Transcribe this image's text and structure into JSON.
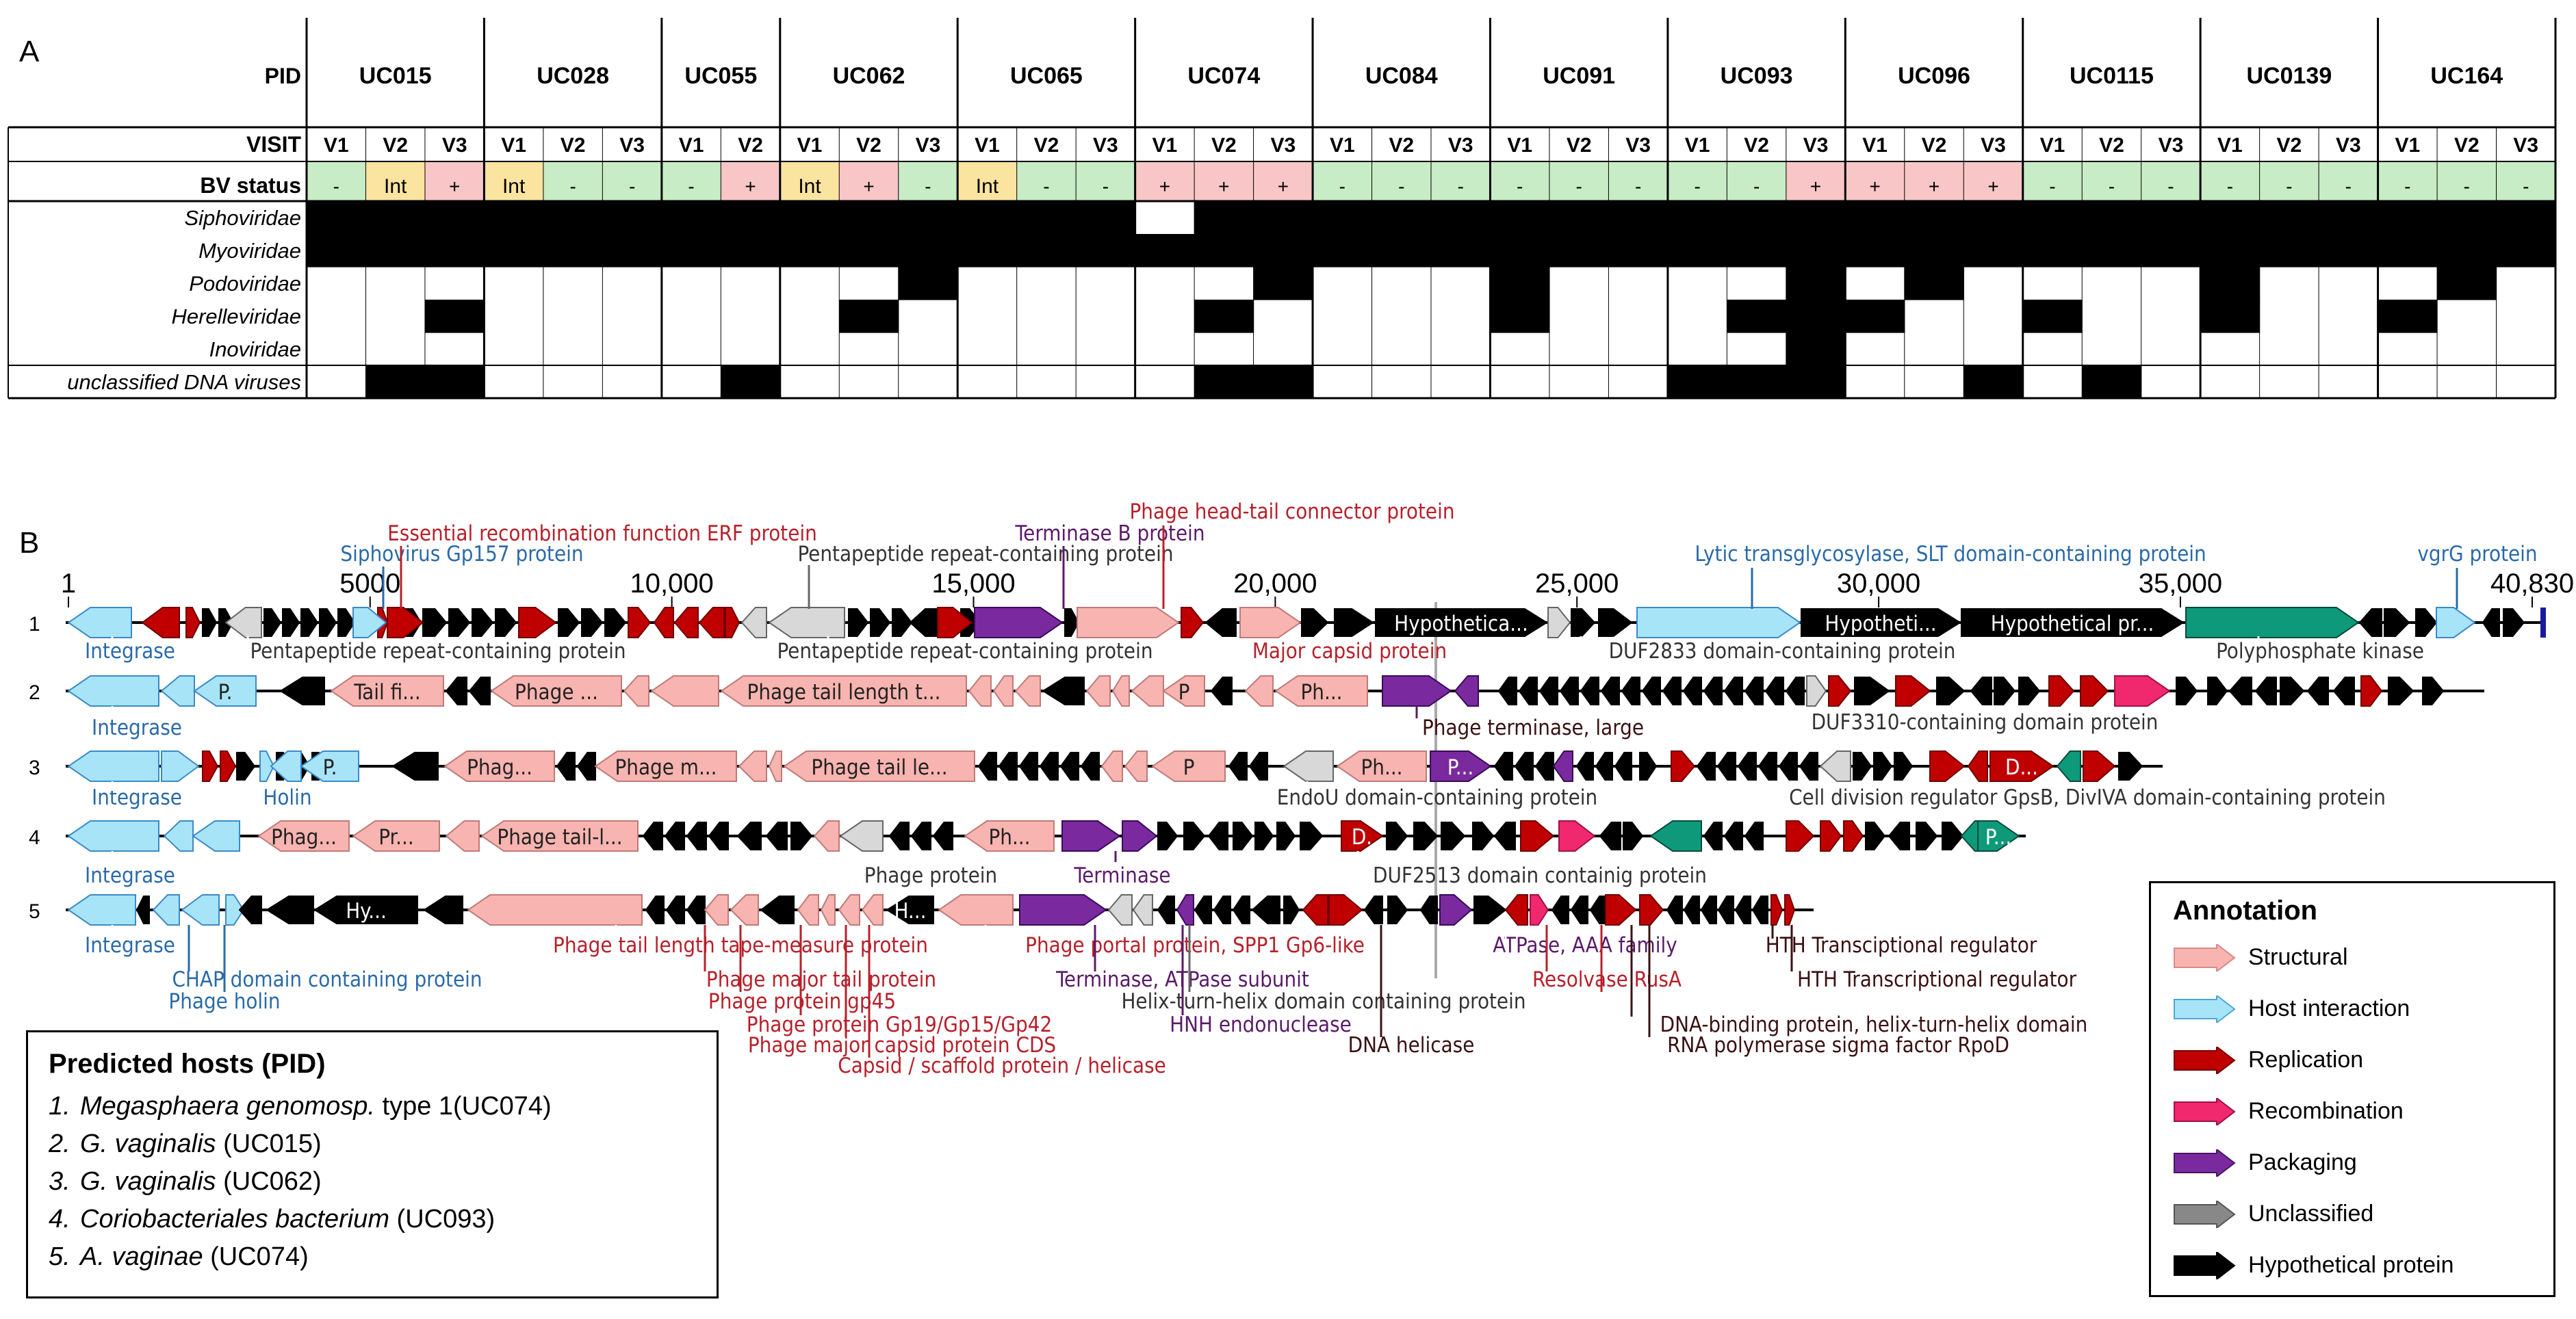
{
  "panels": {
    "a_label": "A",
    "b_label": "B"
  },
  "panel_a": {
    "pid_header": "PID",
    "visit_header": "VISIT",
    "bv_header": "BV status",
    "patients": [
      {
        "pid": "UC015",
        "visits": [
          "V1",
          "V2",
          "V3"
        ],
        "bv": [
          "-",
          "Int",
          "+"
        ]
      },
      {
        "pid": "UC028",
        "visits": [
          "V1",
          "V2",
          "V3"
        ],
        "bv": [
          "Int",
          "-",
          "-"
        ]
      },
      {
        "pid": "UC055",
        "visits": [
          "V1",
          "V2"
        ],
        "bv": [
          "-",
          "+"
        ]
      },
      {
        "pid": "UC062",
        "visits": [
          "V1",
          "V2",
          "V3"
        ],
        "bv": [
          "Int",
          "+",
          "-"
        ]
      },
      {
        "pid": "UC065",
        "visits": [
          "V1",
          "V2",
          "V3"
        ],
        "bv": [
          "Int",
          "-",
          "-"
        ]
      },
      {
        "pid": "UC074",
        "visits": [
          "V1",
          "V2",
          "V3"
        ],
        "bv": [
          "+",
          "+",
          "+"
        ]
      },
      {
        "pid": "UC084",
        "visits": [
          "V1",
          "V2",
          "V3"
        ],
        "bv": [
          "-",
          "-",
          "-"
        ]
      },
      {
        "pid": "UC091",
        "visits": [
          "V1",
          "V2",
          "V3"
        ],
        "bv": [
          "-",
          "-",
          "-"
        ]
      },
      {
        "pid": "UC093",
        "visits": [
          "V1",
          "V2",
          "V3"
        ],
        "bv": [
          "-",
          "-",
          "+"
        ]
      },
      {
        "pid": "UC096",
        "visits": [
          "V1",
          "V2",
          "V3"
        ],
        "bv": [
          "+",
          "+",
          "+"
        ]
      },
      {
        "pid": "UC0115",
        "visits": [
          "V1",
          "V2",
          "V3"
        ],
        "bv": [
          "-",
          "-",
          "-"
        ]
      },
      {
        "pid": "UC0139",
        "visits": [
          "V1",
          "V2",
          "V3"
        ],
        "bv": [
          "-",
          "-",
          "-"
        ]
      },
      {
        "pid": "UC164",
        "visits": [
          "V1",
          "V2",
          "V3"
        ],
        "bv": [
          "-",
          "-",
          "-"
        ]
      }
    ],
    "bv_colors": {
      "-": "#c8ecc6",
      "Int": "#fbe3a0",
      "+": "#f8c6c6"
    },
    "families": [
      "Siphoviridae",
      "Myoviridae",
      "Podoviridae",
      "Herelleviridae",
      "Inoviridae",
      "unclassified DNA viruses"
    ],
    "presence": [
      [
        1,
        1,
        1,
        1,
        1,
        1,
        1,
        1,
        1,
        1,
        1,
        1,
        1,
        1,
        0,
        1,
        1,
        1,
        1,
        1,
        1,
        1,
        1,
        1,
        1,
        1,
        1,
        1,
        1,
        1,
        1,
        1,
        1,
        1,
        1,
        1,
        1,
        1
      ],
      [
        1,
        1,
        1,
        1,
        1,
        1,
        1,
        1,
        1,
        1,
        1,
        1,
        1,
        1,
        1,
        1,
        1,
        1,
        1,
        1,
        1,
        1,
        1,
        1,
        1,
        1,
        1,
        1,
        1,
        1,
        1,
        1,
        1,
        1,
        1,
        1,
        1,
        1
      ],
      [
        0,
        0,
        0,
        0,
        0,
        0,
        0,
        0,
        0,
        0,
        1,
        0,
        0,
        0,
        0,
        0,
        1,
        0,
        0,
        0,
        1,
        0,
        0,
        0,
        0,
        1,
        0,
        1,
        0,
        0,
        0,
        0,
        1,
        0,
        0,
        0,
        1,
        0
      ],
      [
        0,
        0,
        1,
        0,
        0,
        0,
        0,
        0,
        0,
        1,
        0,
        0,
        0,
        0,
        0,
        1,
        0,
        0,
        0,
        0,
        1,
        0,
        0,
        0,
        1,
        1,
        1,
        0,
        0,
        1,
        0,
        0,
        1,
        0,
        0,
        1,
        0
      ],
      [
        0,
        0,
        0,
        0,
        0,
        0,
        0,
        0,
        0,
        0,
        0,
        0,
        0,
        0,
        0,
        0,
        0,
        0,
        0,
        0,
        0,
        0,
        0,
        0,
        0,
        1,
        0,
        0,
        0,
        0,
        0,
        0,
        0,
        0,
        0,
        0,
        0,
        0
      ],
      [
        0,
        1,
        1,
        0,
        0,
        0,
        0,
        1,
        0,
        0,
        0,
        0,
        0,
        0,
        0,
        1,
        1,
        0,
        0,
        0,
        0,
        0,
        0,
        1,
        1,
        1,
        0,
        0,
        1,
        0,
        1,
        0,
        0,
        0,
        0,
        0,
        0,
        0
      ]
    ]
  },
  "panel_b": {
    "scale": {
      "ticks": [
        "1",
        "5000",
        "10,000",
        "15,000",
        "20,000",
        "25,000",
        "30,000",
        "35,000",
        "40,830"
      ]
    },
    "tracks": [
      "1",
      "2",
      "3",
      "4",
      "5"
    ],
    "annotations": {
      "essential_recomb": "Essential recombination function ERF protein",
      "sipho_gp157": "Siphovirus Gp157  protein",
      "terminase_b": "Terminase B protein",
      "pentapeptide_top": "Pentapeptide repeat-containing protein",
      "head_tail": "Phage head-tail connector protein",
      "lytic": "Lytic transglycosylase, SLT domain-containing protein",
      "vgrg": "vgrG protein",
      "integrase1": "Integrase",
      "pentapeptide_b1": "Pentapeptide repeat-containing protein",
      "pentapeptide_b2": "Pentapeptide repeat-containing protein",
      "major_capsid": "Major capsid protein",
      "duf2833": "DUF2833 domain-containing protein",
      "polyphosphate": "Polyphosphate kinase",
      "integrase2": "Integrase",
      "phage_terminase_large": "Phage terminase, large",
      "duf3310": "DUF3310-containing domain protein",
      "integrase3": "Integrase",
      "holin": "Holin",
      "endou": "EndoU domain-containing protein",
      "cell_division": "Cell division regulator GpsB, DivIVA domain-containing protein",
      "integrase4": "Integrase",
      "phage_protein": "Phage protein",
      "terminase4": "Terminase",
      "duf2513": "DUF2513 domain containig protein",
      "integrase5": "Integrase",
      "chap": "CHAP domain containing protein",
      "phage_holin": "Phage holin",
      "tape_measure": "Phage tail length tape-measure protein",
      "major_tail": "Phage major tail protein",
      "gp45": "Phage protein gp45",
      "gp19": "Phage protein Gp19/Gp15/Gp42",
      "major_capsid_cds": "Phage major capsid protein CDS",
      "capsid_scaffold": "Capsid / scaffold protein / helicase",
      "portal": "Phage portal protein, SPP1 Gp6-like",
      "terminase_atpase": "Terminase, ATPase subunit",
      "hth_domain": "Helix-turn-helix domain containing protein",
      "hnh": "HNH endonuclease",
      "dna_helicase": "DNA helicase",
      "atpase_aaa": "ATPase, AAA family",
      "resolvase": "Resolvase RusA",
      "hth_reg1": "HTH Transciptional regulator",
      "hth_reg2": "HTH Transcriptional regulator",
      "dna_binding": "DNA-binding protein, helix-turn-helix domain",
      "rna_pol": "RNA polymerase sigma factor RpoD"
    },
    "gene_labels": {
      "hyp1a": "Hypothetica...",
      "hyp1b": "Hypotheti...",
      "hyp1c": "Hypothetical pr...",
      "p2": "P.",
      "tail_fi": "Tail fi...",
      "phage_dots": "Phage ...",
      "tail_len": "Phage tail length t...",
      "p2b": "P",
      "ph2": "Ph...",
      "p3": "P.",
      "phag3": "Phag...",
      "phage_m": "Phage m...",
      "tail_le": "Phage tail le...",
      "p3b": "P",
      "ph3": "Ph...",
      "p3c": "P...",
      "d3": "D...",
      "phag4": "Phag...",
      "pr4": "Pr...",
      "tail_l4": "Phage tail-l...",
      "ph4": "Ph...",
      "d4": "D.",
      "p4": "P...",
      "hy5": "Hy...",
      "h5": "H..."
    }
  },
  "hosts": {
    "title": "Predicted hosts (PID)",
    "items": [
      {
        "num": "1.",
        "species": "Megasphaera genomosp.",
        "rest": " type 1(UC074)"
      },
      {
        "num": "2.",
        "species": "G. vaginalis",
        "rest": " (UC015)"
      },
      {
        "num": "3.",
        "species": "G. vaginalis",
        "rest": " (UC062)"
      },
      {
        "num": "4.",
        "species": "Coriobacteriales bacterium",
        "rest": " (UC093)"
      },
      {
        "num": "5.",
        "species": "A. vaginae",
        "rest": " (UC074)"
      }
    ]
  },
  "legend": {
    "title": "Annotation",
    "items": [
      {
        "label": "Structural",
        "fill": "#f8b4b0",
        "stroke": "#d98a88"
      },
      {
        "label": "Host interaction",
        "fill": "#a8e4f8",
        "stroke": "#4aa8d8"
      },
      {
        "label": "Replication",
        "fill": "#c00000",
        "stroke": "#7a0000"
      },
      {
        "label": "Recombination",
        "fill": "#f0286e",
        "stroke": "#a01048"
      },
      {
        "label": "Packaging",
        "fill": "#7a2a9e",
        "stroke": "#4a1466"
      },
      {
        "label": "Unclassified",
        "fill": "#888888",
        "stroke": "#555555"
      },
      {
        "label": "Hypothetical protein",
        "fill": "#000000",
        "stroke": "#000000"
      }
    ]
  },
  "colors": {
    "annot_red": "#b8202a",
    "annot_blue": "#2a6aa8",
    "annot_purple": "#5a1a6a",
    "annot_dark": "#3a1010"
  }
}
